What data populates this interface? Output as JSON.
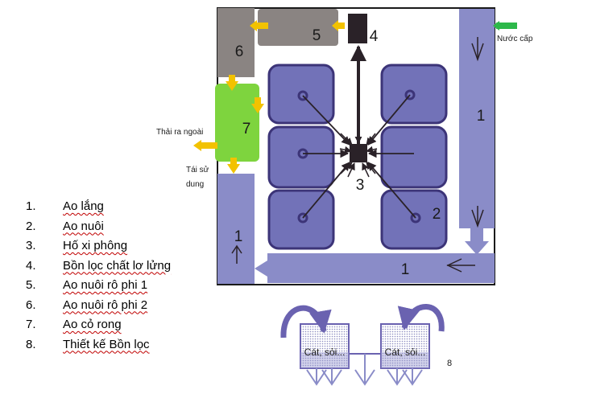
{
  "labels": {
    "n1_right": "1",
    "n1_bottom": "1",
    "n1_left": "1",
    "n2": "2",
    "n3": "3",
    "n4": "4",
    "n5": "5",
    "n6": "6",
    "n7": "7",
    "n8": "8",
    "water_in": "Nước cấp",
    "discharge": "Thải ra ngoài",
    "reuse_line1": "Tái sử",
    "reuse_line2": "dung",
    "filter_left": "Cát, sỏi...",
    "filter_right": "Cát, sỏi..."
  },
  "legend": [
    {
      "num": "1.",
      "text": "Ao lắng"
    },
    {
      "num": "2.",
      "text": "Ao nuôi"
    },
    {
      "num": "3.",
      "text": "Hố xi phông"
    },
    {
      "num": "4.",
      "text": "Bồn lọc chất lơ lửng"
    },
    {
      "num": "5.",
      "text": "Ao nuôi rô phi 1"
    },
    {
      "num": "6.",
      "text": "Ao nuôi rô phi 2"
    },
    {
      "num": "7.",
      "text": "Ao cỏ rong"
    },
    {
      "num": "8.",
      "text": "Thiết kế Bồn lọc"
    }
  ],
  "colors": {
    "pond": "#7272b8",
    "pond_border": "#3c3478",
    "settling": "#8a8cc8",
    "grey": "#8a8482",
    "green": "#7ed43e",
    "arrow_yellow": "#f2c200",
    "inlet_green": "#2db84a",
    "dark": "#2a2228"
  }
}
